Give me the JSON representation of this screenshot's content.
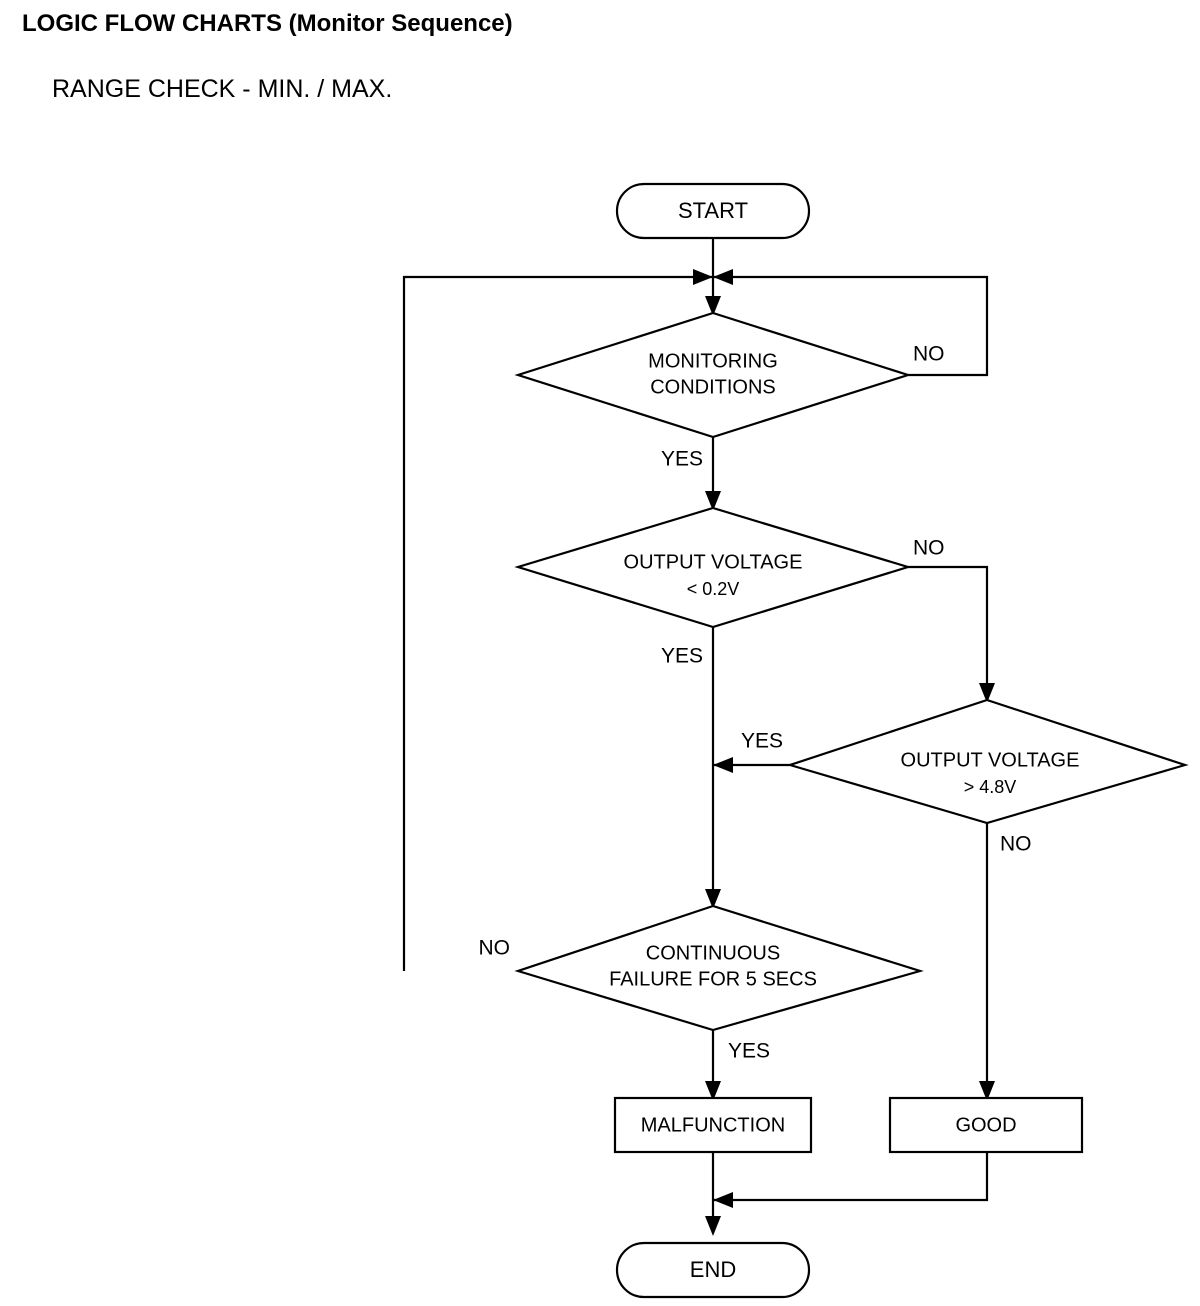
{
  "header": {
    "title": "LOGIC FLOW CHARTS (Monitor Sequence)",
    "subtitle": "RANGE CHECK - MIN. / MAX."
  },
  "chart_data": {
    "type": "diagram",
    "diagram_kind": "flowchart",
    "title": "LOGIC FLOW CHARTS (Monitor Sequence)",
    "subtitle": "RANGE CHECK - MIN. / MAX.",
    "colors": {
      "stroke": "#000000",
      "fill": "#ffffff",
      "text": "#000000"
    },
    "nodes": [
      {
        "id": "start",
        "shape": "terminator",
        "label": "START"
      },
      {
        "id": "monitoring",
        "shape": "decision",
        "label_line1": "MONITORING",
        "label_line2": "CONDITIONS"
      },
      {
        "id": "volt_min",
        "shape": "decision",
        "label_line1": "OUTPUT VOLTAGE",
        "label_line2": "< 0.2V"
      },
      {
        "id": "volt_max",
        "shape": "decision",
        "label_line1": "OUTPUT VOLTAGE",
        "label_line2": "> 4.8V"
      },
      {
        "id": "continuous",
        "shape": "decision",
        "label_line1": "CONTINUOUS",
        "label_line2": "FAILURE FOR 5 SECS"
      },
      {
        "id": "malfunction",
        "shape": "process",
        "label": "MALFUNCTION"
      },
      {
        "id": "good",
        "shape": "process",
        "label": "GOOD"
      },
      {
        "id": "end",
        "shape": "terminator",
        "label": "END"
      }
    ],
    "edges": [
      {
        "from": "start",
        "to": "monitoring",
        "label": ""
      },
      {
        "from": "monitoring",
        "to": "volt_min",
        "label": "YES"
      },
      {
        "from": "monitoring",
        "to": "monitoring",
        "label": "NO"
      },
      {
        "from": "volt_min",
        "to": "continuous",
        "label": "YES"
      },
      {
        "from": "volt_min",
        "to": "volt_max",
        "label": "NO"
      },
      {
        "from": "volt_max",
        "to": "continuous",
        "label": "YES"
      },
      {
        "from": "volt_max",
        "to": "good",
        "label": "NO"
      },
      {
        "from": "continuous",
        "to": "monitoring",
        "label": "NO"
      },
      {
        "from": "continuous",
        "to": "malfunction",
        "label": "YES"
      },
      {
        "from": "malfunction",
        "to": "end",
        "label": ""
      },
      {
        "from": "good",
        "to": "end",
        "label": ""
      }
    ],
    "edge_labels": {
      "monitoring_no": "NO",
      "monitoring_yes": "YES",
      "volt_min_no": "NO",
      "volt_min_yes": "YES",
      "volt_max_yes": "YES",
      "volt_max_no": "NO",
      "continuous_no": "NO",
      "continuous_yes": "YES"
    }
  }
}
